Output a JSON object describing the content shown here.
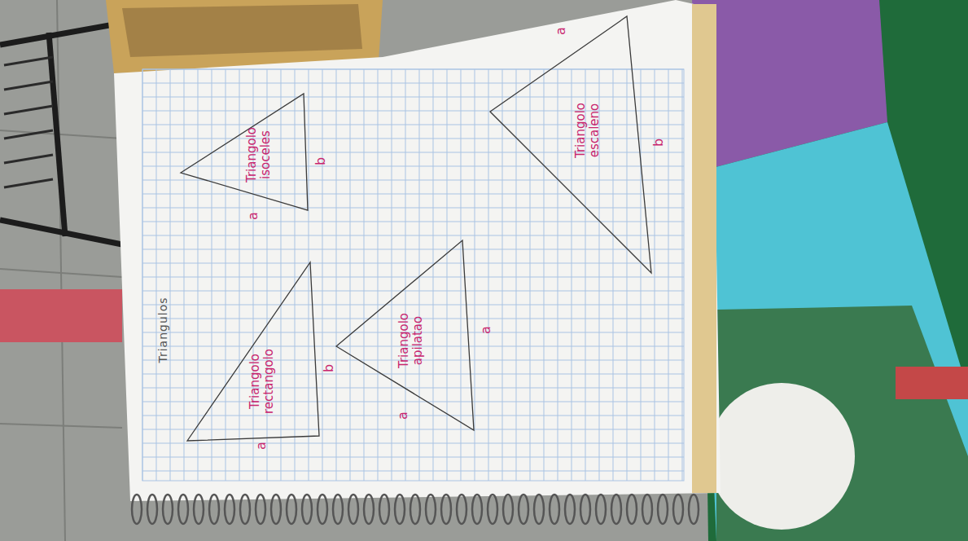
{
  "diagram": {
    "title": "Triangulos",
    "nodes": [
      {
        "text": [
          "Triangolo isoceles"
        ]
      },
      {
        "text": [
          "Triangolo rectangolo"
        ]
      },
      {
        "text": [
          "Triangolo apilatao"
        ]
      },
      {
        "text": [
          "Triangolo escaleno"
        ]
      }
    ],
    "edges": [],
    "labels": [
      "a",
      "b",
      "a",
      "b",
      "a",
      "a",
      "a",
      "b"
    ]
  }
}
